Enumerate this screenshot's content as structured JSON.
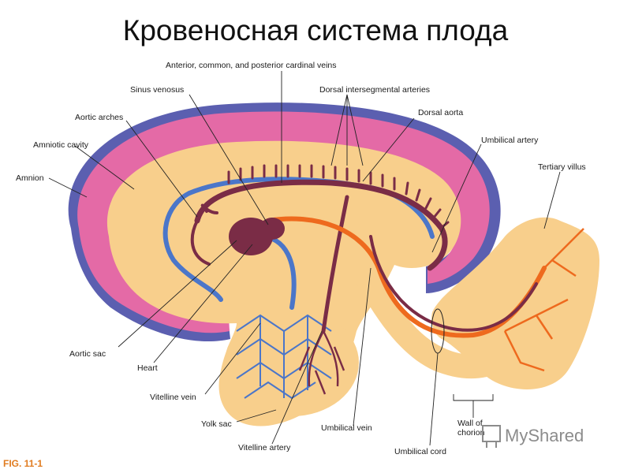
{
  "title": "Кровеносная система плода",
  "figure_label": "FIG. 11-1",
  "watermark": "MyShared",
  "labels": {
    "cardinal_veins": "Anterior, common, and posterior cardinal veins",
    "sinus_venosus": "Sinus venosus",
    "dorsal_intersegmental": "Dorsal intersegmental arteries",
    "aortic_arches": "Aortic arches",
    "dorsal_aorta": "Dorsal aorta",
    "amniotic_cavity": "Amniotic cavity",
    "umbilical_artery": "Umbilical artery",
    "amnion": "Amnion",
    "tertiary_villus": "Tertiary villus",
    "aortic_sac": "Aortic sac",
    "heart": "Heart",
    "vitelline_vein": "Vitelline vein",
    "yolk_sac": "Yolk sac",
    "umbilical_vein": "Umbilical vein",
    "wall_of_chorion_1": "Wall of",
    "wall_of_chorion_2": "chorion",
    "vitelline_artery": "Vitelline artery",
    "umbilical_cord": "Umbilical cord"
  },
  "colors": {
    "amnion": "#5b5fb0",
    "amniotic_cavity": "#e46aa6",
    "embryo": "#f8cf8c",
    "vein": "#4b76c9",
    "artery": "#ee6a1e",
    "aorta": "#7a2c46",
    "background": "#ffffff"
  }
}
